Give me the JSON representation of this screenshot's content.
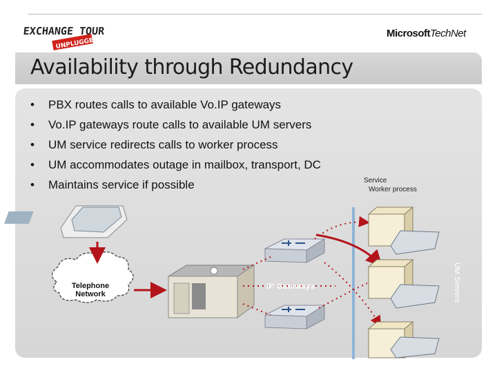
{
  "header": {
    "left_logo_text": "EXCHANGE TOUR UNPLUGGED",
    "right_logo_brand": "Microsoft",
    "right_logo_product": "TechNet"
  },
  "slide": {
    "title": "Availability through Redundancy",
    "bullets": [
      "PBX routes calls to available Vo.IP gateways",
      "Vo.IP gateways route calls to available UM servers",
      "UM service redirects calls to worker process",
      "UM accommodates outage in mailbox, transport, DC",
      "Maintains service if possible"
    ]
  },
  "diagram": {
    "service_label_line1": "Service",
    "service_label_line2": "Worker process",
    "um_servers_label": "UM Servers",
    "ip_gateways_label": "IP Gateways",
    "telephone_network_line1": "Telephone",
    "telephone_network_line2": "Network"
  },
  "colors": {
    "arrow": "#b3141a",
    "content_bg": "#dcdcdc",
    "title_bar": "#cfcfcf"
  }
}
